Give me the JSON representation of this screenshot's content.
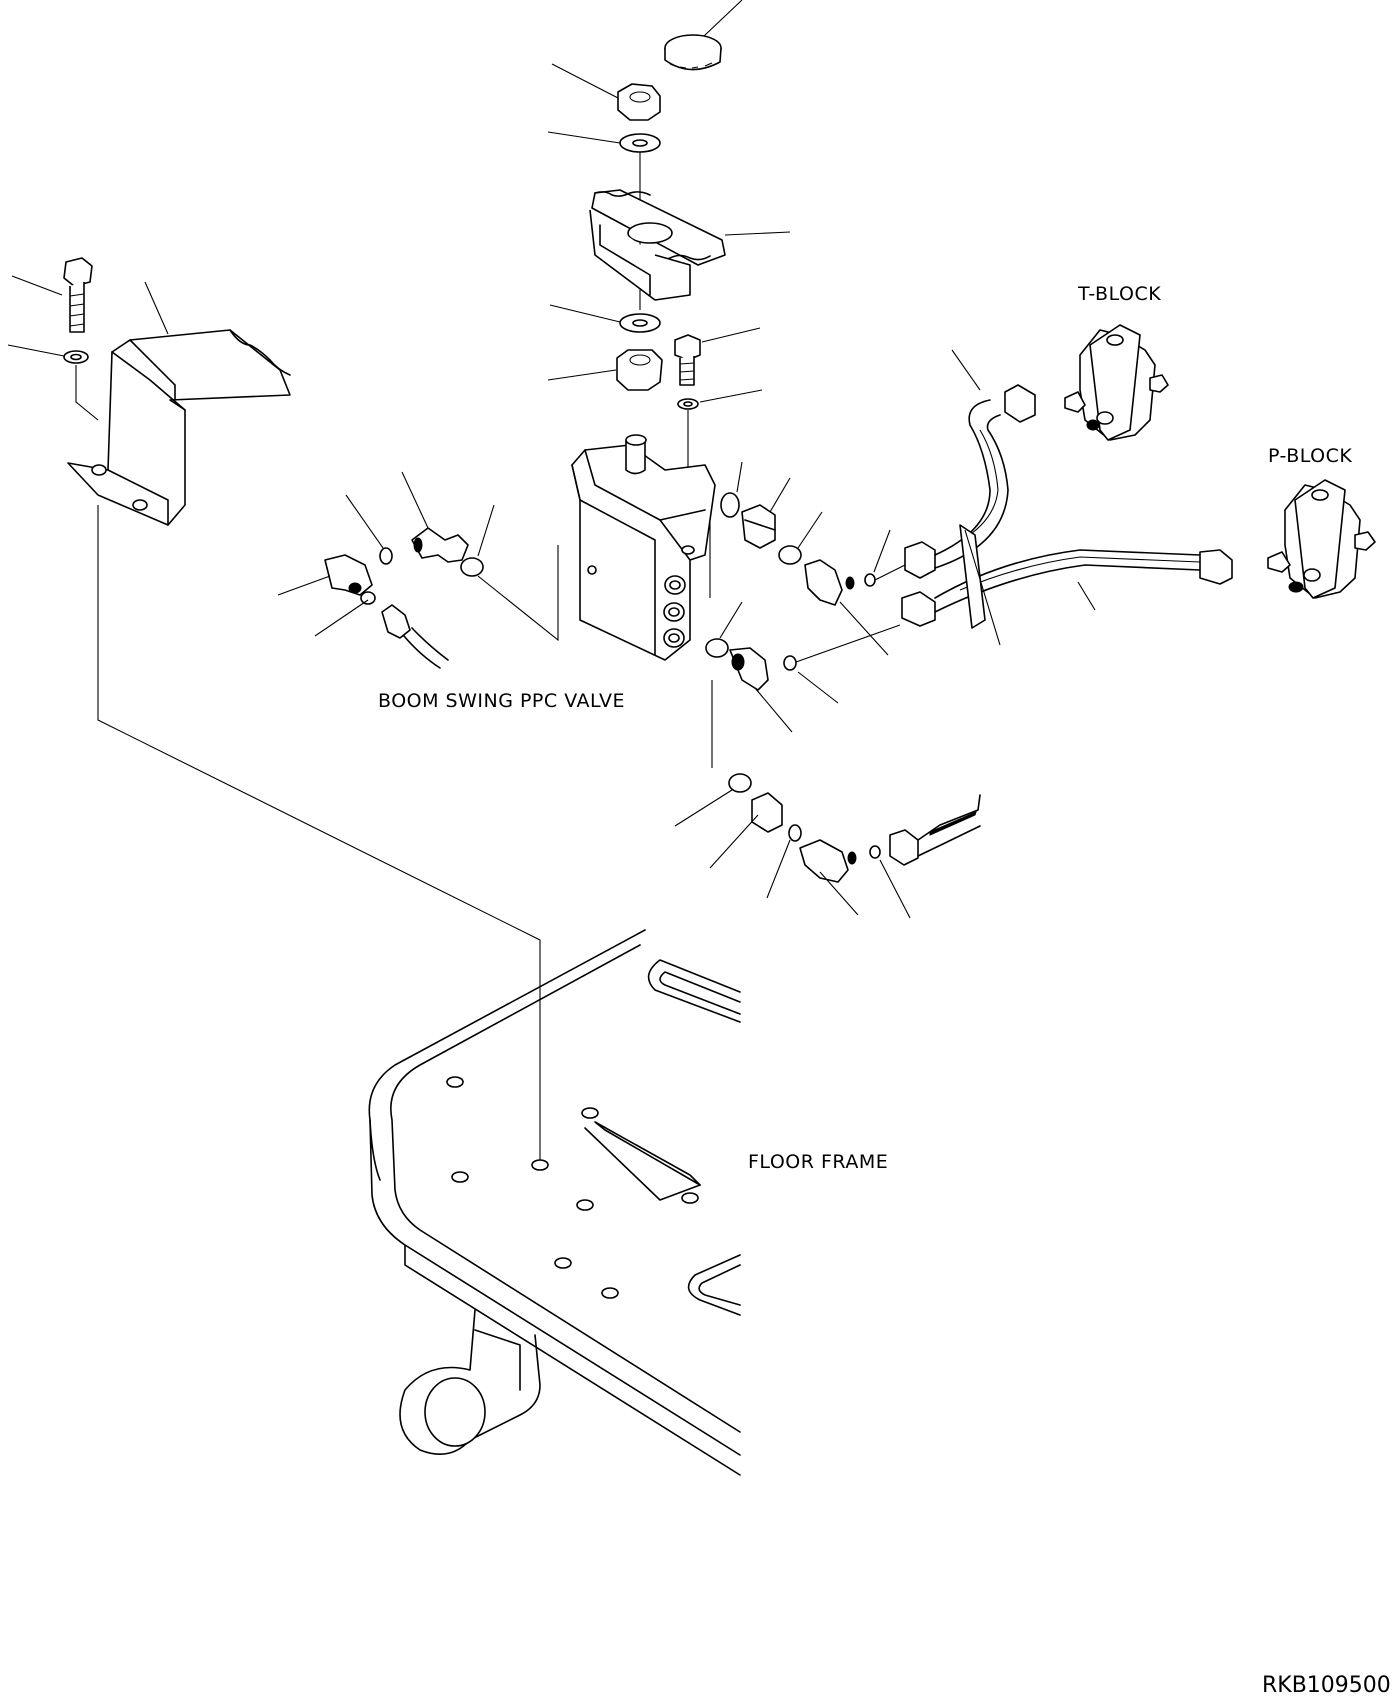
{
  "labels": {
    "t_block": "T-BLOCK",
    "p_block": "P-BLOCK",
    "boom_swing_ppc_valve": "BOOM SWING PPC VALVE",
    "floor_frame": "FLOOR FRAME"
  },
  "drawing_code": "RKB109500"
}
